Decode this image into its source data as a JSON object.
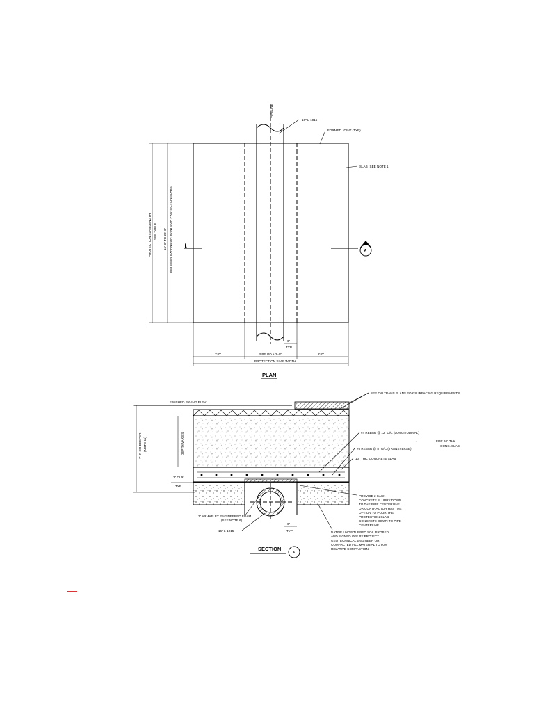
{
  "plan": {
    "title": "PLAN",
    "pipeline_label": "PIPELINE",
    "pipe_callout": "16\" L-1015",
    "joint_callout": "FORMED JOINT (TYP)",
    "slab_callout": "SLAB (SEE NOTE 1)",
    "width_label_outer": "PROTECTION SLAB WIDTH",
    "length_label_1": "PROTECTION SLAB LENGTH",
    "length_label_2": "SEE TABLE",
    "length_label_3": "16'-0\" TO 20'-0\"",
    "length_label_4": "BETWEEN EXPANSION JOINTS OR PROTECTION SLABS",
    "dim_left": "2'-0\"",
    "dim_mid": "PIPE OD + 2'-0\"",
    "dim_right": "2'-0\"",
    "dim_pipe_offset": "6\"",
    "dim_pipe_offset_typ": "TYP",
    "section_marker": "A"
  },
  "section": {
    "title": "SECTION",
    "marker": "A",
    "finished_paving": "FINISHED PAVING ELEV.",
    "surfacing_note": "SEE CALTRANS PLANS FOR SURFACING REQUIREMENTS",
    "rebar_long": "#4 REBAR @ 12\" O/C (LONGITUDINAL)",
    "rebar_trans": "#5 REBAR @ 8\" O/C (TRANSVERSE)",
    "rebar_dash": "-",
    "slab_note_1": "FOR 10\" THK",
    "slab_note_2": "CONC. SLAB",
    "slab_callout": "10\" THK. CONCRETE SLAB",
    "depth_label": "DEPTH VARIES",
    "cover_label_1": "7'-0\" OR DEEPER",
    "cover_label_2": "(NOTE 11)",
    "min_label": "3\" CLR",
    "min_typ": "TYP",
    "slurry_note": [
      "PROVIDE 2 SACK",
      "CONCRETE SLURRY DOWN",
      "TO THE PIPE CENTERLINE",
      "OR CONTRACTOR HAS THE",
      "OPTION TO POUR THE",
      "PROTECTION SLAB",
      "CONCRETE DOWN TO PIPE",
      "CENTERLINE"
    ],
    "foam_callout_1": "3\" ARMAFLEX ENGINEERED FOAM",
    "foam_callout_2": "(SEE NOTE 6)",
    "pipe_callout": "16\" L-1015",
    "dim_6": "6\"",
    "dim_6_typ": "TYP",
    "soil_note": [
      "NATIVE UNDISTURBED SOIL PROBED",
      "AND SIGNED OFF BY PROJECT",
      "GEOTECHNICAL ENGINEER OR",
      "COMPACTED FILL MATERIAL TO 90%",
      "RELATIVE COMPACTION"
    ]
  },
  "colors": {
    "line": "#000000",
    "paper": "#ffffff",
    "red_mark": "#d00000"
  }
}
